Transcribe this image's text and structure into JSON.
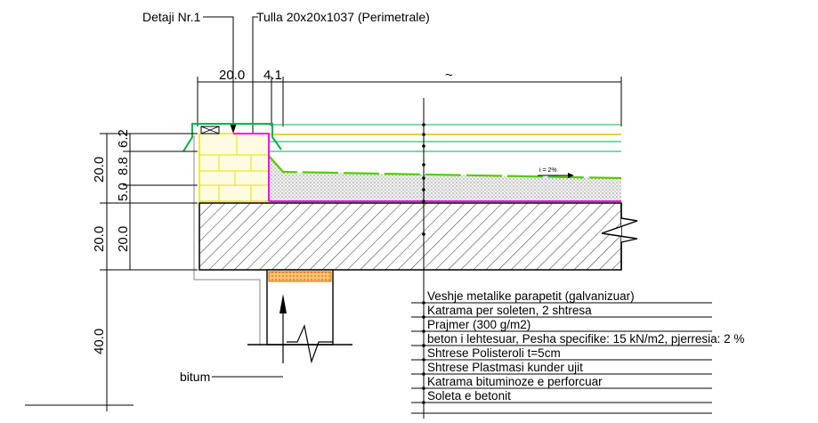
{
  "callouts": {
    "detail": "Detaji Nr.1",
    "brick": "Tulla 20x20x1037 (Perimetrale)",
    "bitumen": "bitum"
  },
  "dimensions": {
    "top": [
      "20.0",
      "4.1",
      "~"
    ],
    "left_outer": [
      "20.0",
      "20.0",
      "40.0"
    ],
    "left_inner": [
      "6.2",
      "8.8",
      "5.0",
      "20.0"
    ]
  },
  "slope_label": "i = 2%",
  "legend": [
    "Veshje metalike parapetit (galvanizuar)",
    "Katrama per soleten, 2 shtresa",
    "Prajmer (300 g/m2)",
    "beton i lehtesuar, Pesha specifike: 15 kN/m2, pjerresia: 2 %",
    "Shtrese Polisteroli t=5cm",
    "Shtrese Plastmasi kunder ujit",
    "Katrama bituminoze e perforcuar",
    "Soleta e betonit"
  ],
  "colors": {
    "concrete_outline": "#000000",
    "metal_flashing": "#00b050",
    "waterproofing": "#ff00ff",
    "primer": "#e0c000",
    "brick": "#e8e000",
    "insulation_green": "#55cc00",
    "bitumen_fill": "#f0a040"
  }
}
